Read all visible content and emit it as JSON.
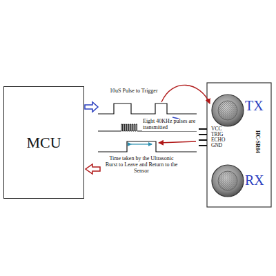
{
  "diagram": {
    "nodes": [
      {
        "text": [
          "MCU"
        ]
      },
      {
        "text": [
          "HC-SR04"
        ]
      }
    ],
    "labels": [
      "10uS Pulse to Trigger",
      "Eight 40KHz pulses are transmitted",
      "Time taken by the Ultrasonic Burst to Leave and Return to the Sensor",
      "VCC",
      "TRIG",
      "ECHO",
      "GND",
      "TX",
      "RX"
    ]
  }
}
